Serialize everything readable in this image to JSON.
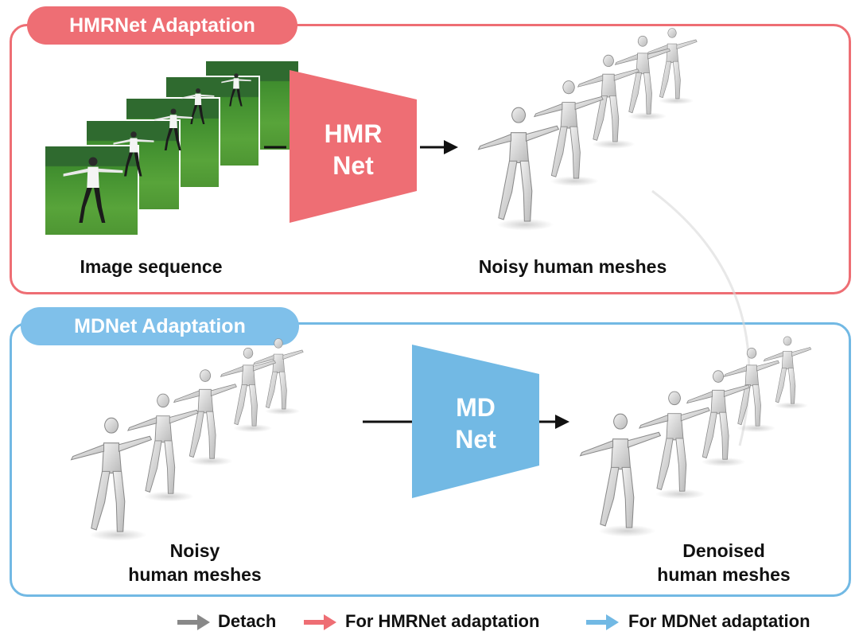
{
  "hmrnet_panel": {
    "title": "HMRNet Adaptation",
    "network_line1": "HMR",
    "network_line2": "Net",
    "input_caption": "Image sequence",
    "output_caption": "Noisy human meshes"
  },
  "mdnet_panel": {
    "title": "MDNet Adaptation",
    "network_line1": "MD",
    "network_line2": "Net",
    "input_caption_line1": "Noisy",
    "input_caption_line2": "human meshes",
    "output_caption_line1": "Denoised",
    "output_caption_line2": "human meshes"
  },
  "legend": {
    "detach": "Detach",
    "hmrnet": "For HMRNet adaptation",
    "mdnet": "For MDNet adaptation"
  },
  "colors": {
    "hmrnet": "#ee6e74",
    "mdnet": "#72b9e4",
    "detach": "#888888"
  }
}
